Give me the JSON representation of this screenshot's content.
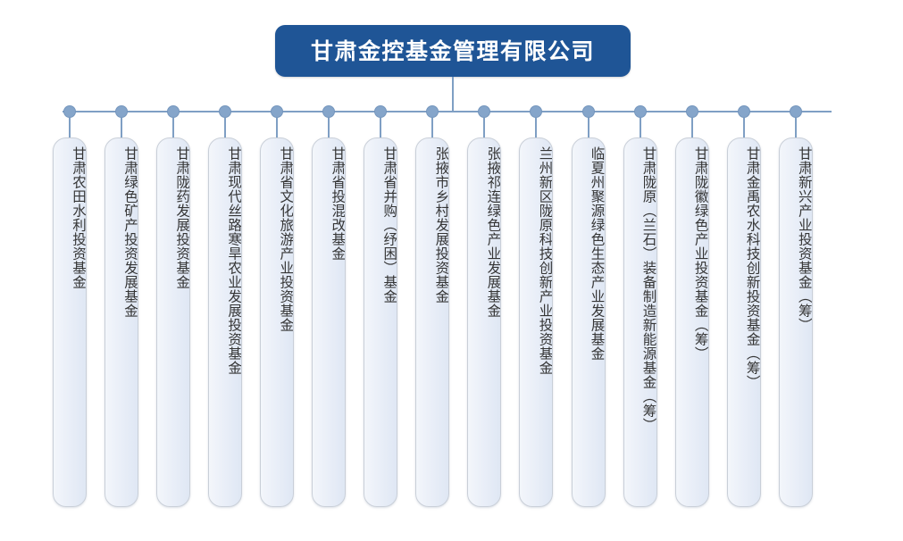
{
  "chart": {
    "type": "org-chart",
    "title": "甘肃金控基金管理有限公司",
    "root": {
      "label": "甘肃金控基金管理有限公司",
      "fill_color": "#1f5596",
      "text_color": "#ffffff"
    },
    "connector": {
      "line_color": "#7f9fc4",
      "dot_color": "#85a5ca"
    },
    "leaf_style": {
      "border_color": "#c9cfd8",
      "fill_start": "#f3f6fb",
      "fill_end": "#dfe7f4",
      "text_color": "#353535",
      "orientation": "vertical"
    },
    "children": [
      {
        "label": "甘肃农田水利投资基金"
      },
      {
        "label": "甘肃绿色矿产投资发展基金"
      },
      {
        "label": "甘肃陇药发展投资基金"
      },
      {
        "label": "甘肃现代丝路寒旱农业发展投资基金"
      },
      {
        "label": "甘肃省文化旅游产业投资基金"
      },
      {
        "label": "甘肃省投混改基金"
      },
      {
        "label": "甘肃省并购（纾困）基金"
      },
      {
        "label": "张掖市乡村发展投资基金"
      },
      {
        "label": "张掖祁连绿色产业发展基金"
      },
      {
        "label": "兰州新区陇原科技创新产业投资基金"
      },
      {
        "label": "临夏州聚源绿色生态产业发展基金"
      },
      {
        "label": "甘肃陇原（兰石）装备制造新能源基金（筹）"
      },
      {
        "label": "甘肃陇徽绿色产业投资基金（筹）"
      },
      {
        "label": "甘肃金禹农水科技创新投资基金（筹）"
      },
      {
        "label": "甘肃新兴产业投资基金（筹）"
      }
    ]
  }
}
